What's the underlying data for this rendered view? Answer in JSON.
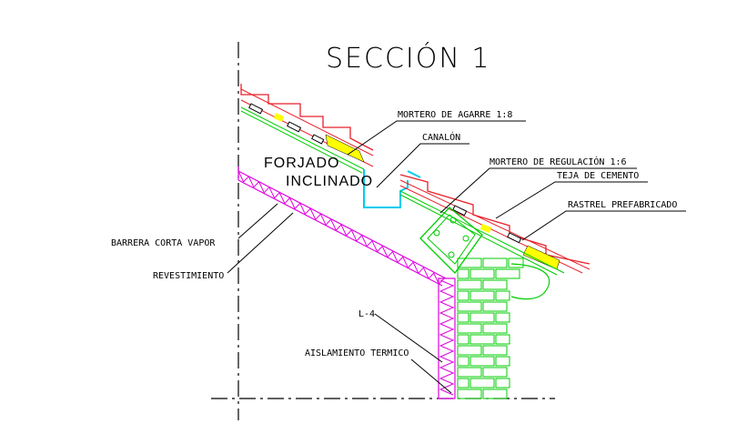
{
  "title": "SECCIÓN 1",
  "main_labels": {
    "forjado_line1": "FORJADO",
    "forjado_line2": "INCLINADO"
  },
  "annotations": {
    "mortero_agarre": "MORTERO DE AGARRE 1:8",
    "canalon": "CANALÓN",
    "mortero_regulacion": "MORTERO DE REGULACIÓN  1:6",
    "teja_cemento": "TEJA DE CEMENTO",
    "rastrel": "RASTREL PREFABRICADO",
    "barrera": "BARRERA  CORTA  VAPOR",
    "revestimiento": "REVESTIMIENTO",
    "l4": "L-4",
    "aislamiento": "AISLAMIENTO TERMICO"
  },
  "colors": {
    "tile_red": "#e8202a",
    "mortar_yellow": "#ffff00",
    "insulation_green": "#00cc00",
    "gutter_cyan": "#00ccee",
    "slab_magenta": "#e000e0",
    "lines_black": "#000000"
  }
}
